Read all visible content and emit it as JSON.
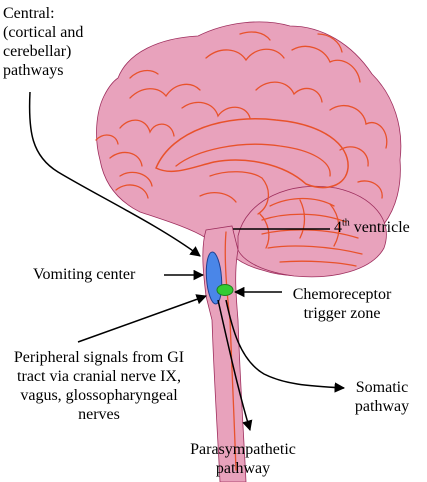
{
  "diagram": {
    "colors": {
      "brain_fill": "#E8A2BC",
      "brain_outline": "#9E2F5E",
      "gyri": "#E8522B",
      "vomiting_center": "#4A86E8",
      "ctz": "#33CC33",
      "arrows": "#000000"
    },
    "labels": {
      "central": [
        "Central:",
        "(cortical and",
        "cerebellar)",
        "pathways"
      ],
      "fourth_ventricle_sup": "th",
      "fourth_ventricle_num": "4",
      "fourth_ventricle_rest": " ventricle",
      "vomiting_center": "Vomiting center",
      "ctz": [
        "Chemoreceptor",
        "trigger zone"
      ],
      "peripheral": [
        "Peripheral signals from GI",
        "tract via cranial nerve IX,",
        "vagus, glossopharyngeal",
        "nerves"
      ],
      "somatic": [
        "Somatic",
        "pathway"
      ],
      "parasympathetic": [
        "Parasympathetic",
        "pathway"
      ]
    }
  }
}
